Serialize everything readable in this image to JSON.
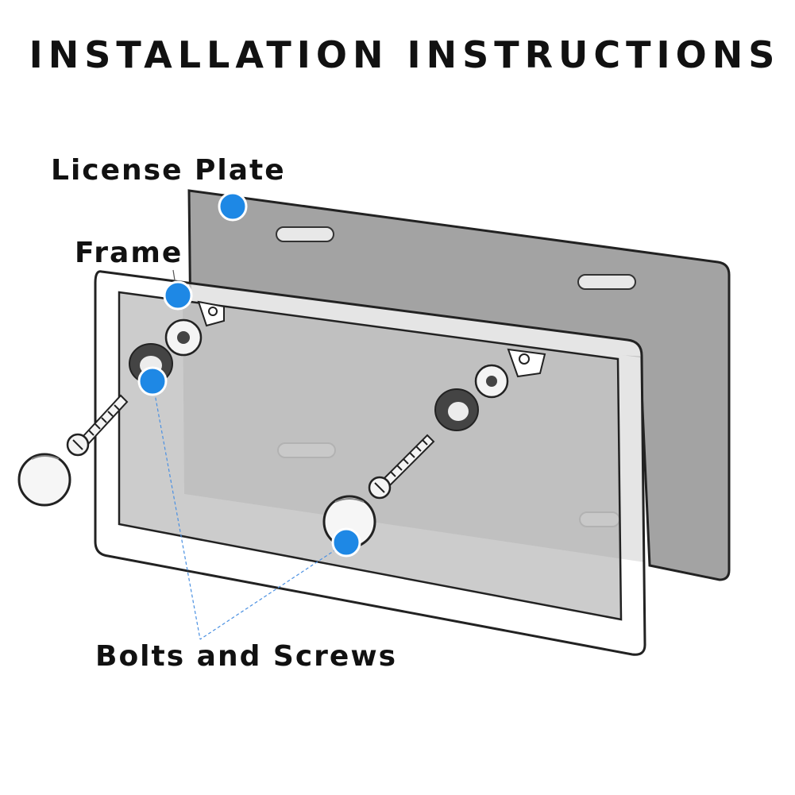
{
  "title": "INSTALLATION INSTRUCTIONS",
  "callouts": {
    "license_plate": "License Plate",
    "frame": "Frame",
    "bolts_and_screws": "Bolts and Screws"
  },
  "colors": {
    "marker_blue": "#1e88e5",
    "plate_gray": "#a3a3a3",
    "outline": "#222222",
    "text": "#111111"
  }
}
